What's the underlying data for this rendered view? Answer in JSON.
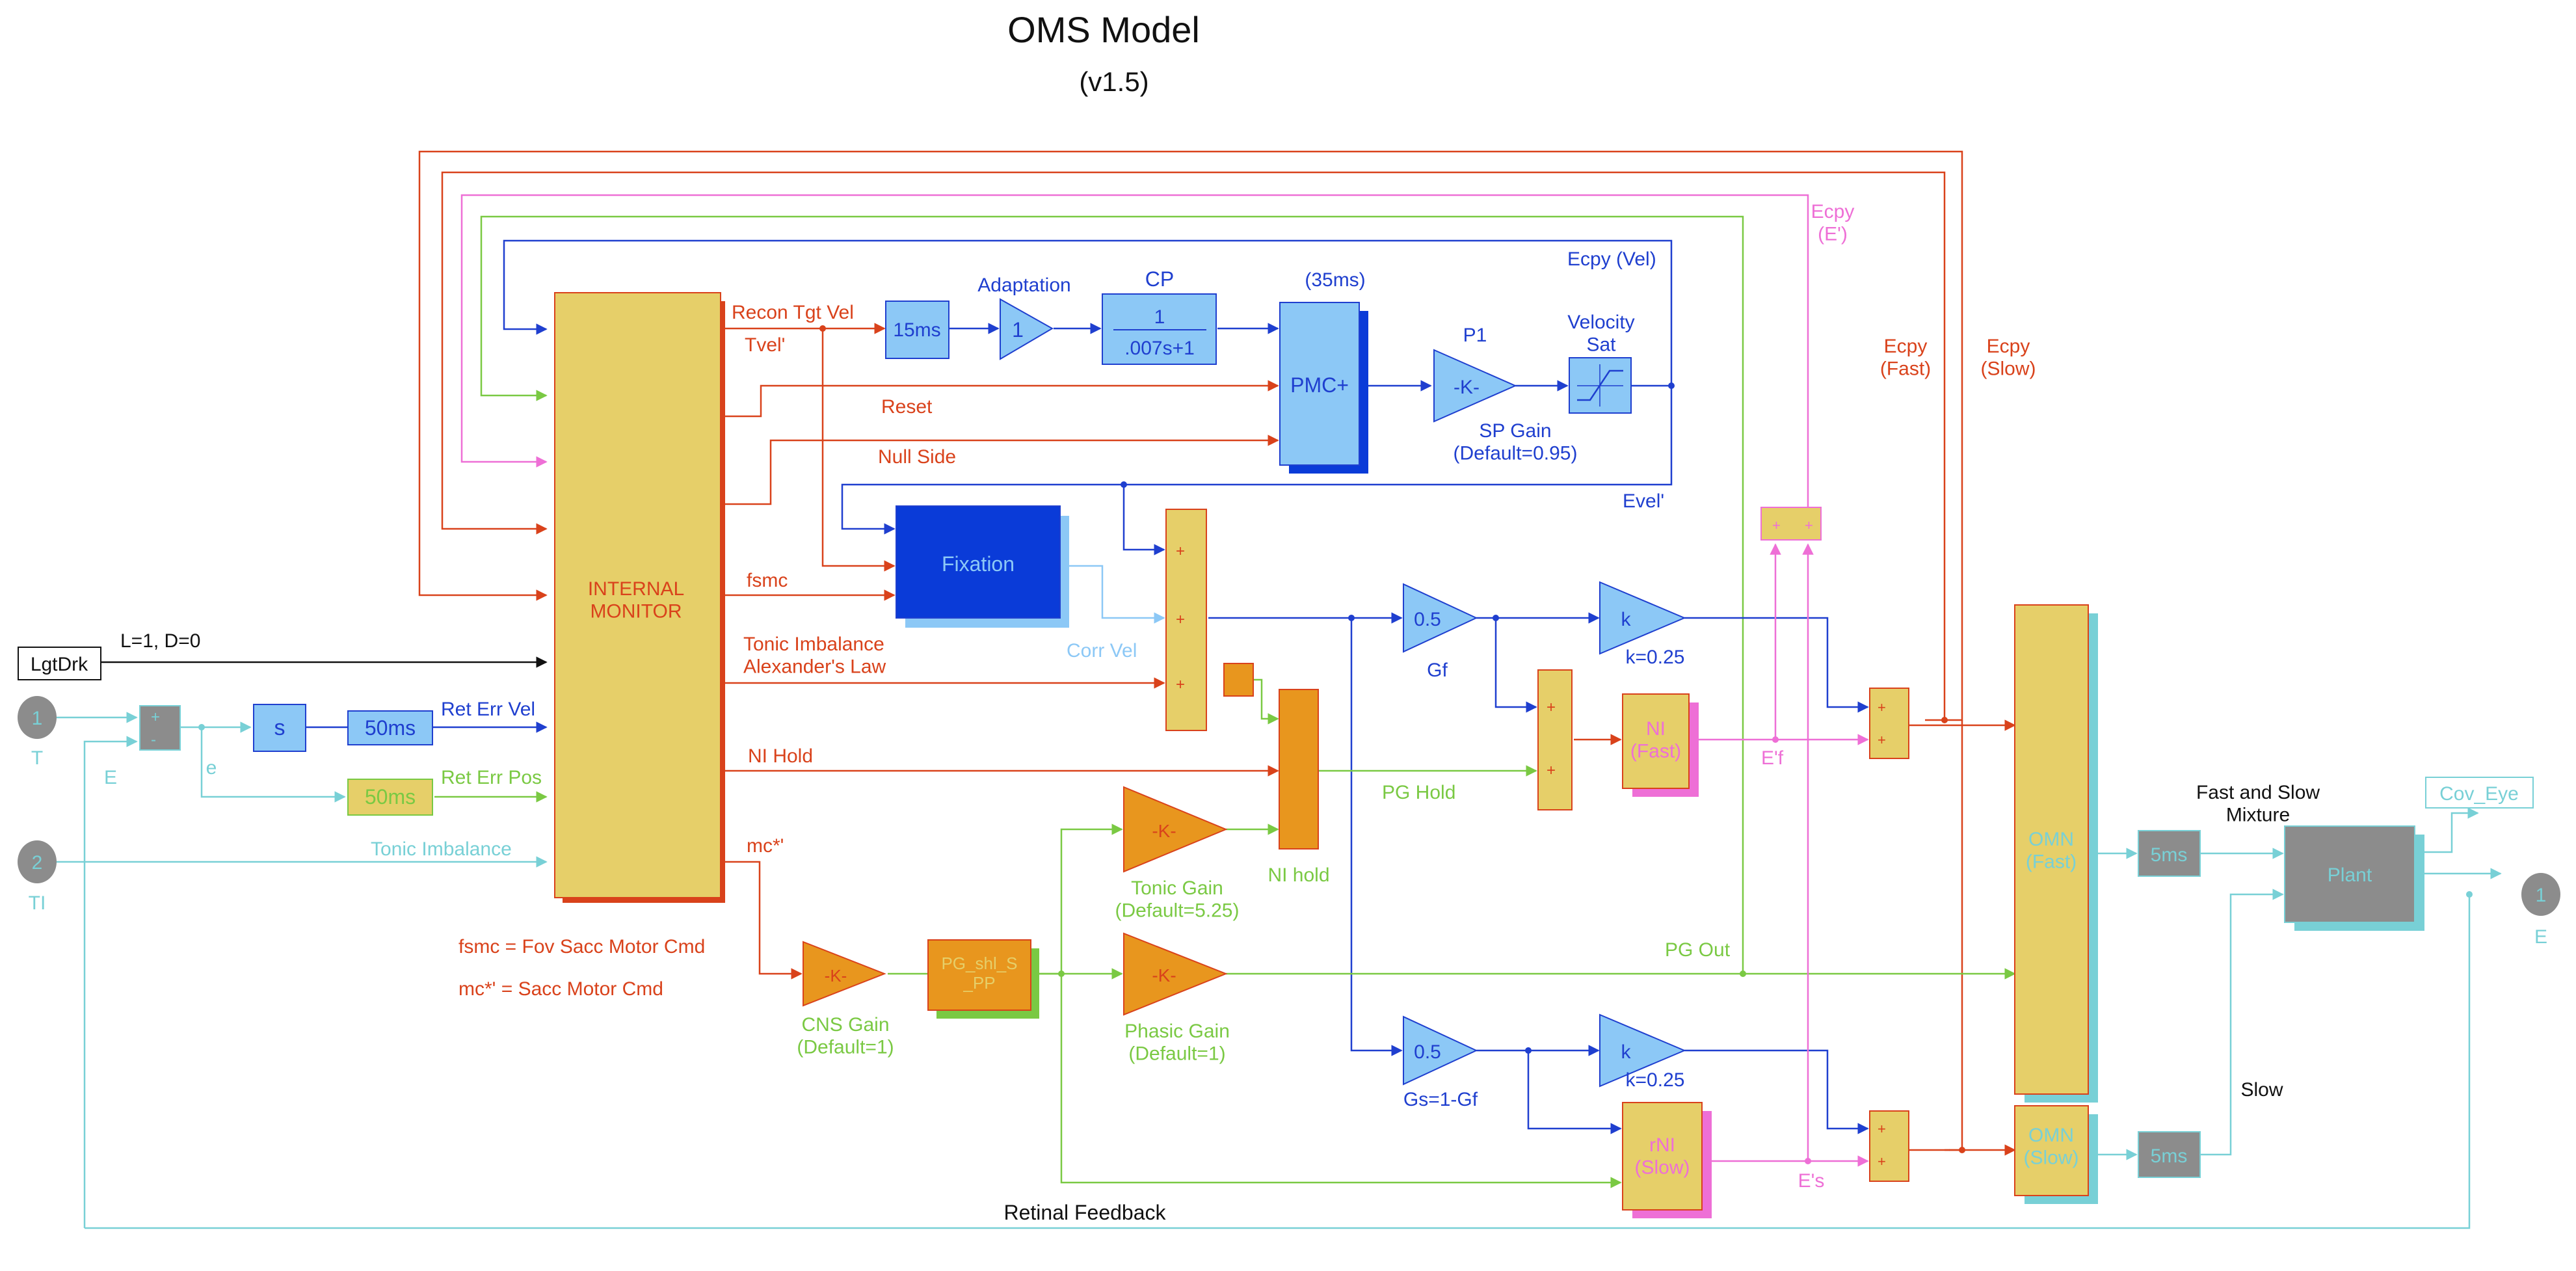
{
  "title": "OMS Model",
  "subtitle": "(v1.5)",
  "colors": {
    "orange": "#d9421b",
    "orange_fill": "#e8961e",
    "green": "#7ac943",
    "blue": "#1f3fcf",
    "light_blue": "#8cc8f6",
    "cyan": "#78d0d6",
    "pink": "#ee6fd6",
    "yellow": "#e6cf69",
    "gray": "#8c8c8c",
    "dark_blue": "#0a3bd8"
  },
  "blocks": {
    "internal_monitor": "INTERNAL\nMONITOR",
    "lgtdrk": "LgtDrk",
    "inport_t": "1",
    "inport_ti": "2",
    "outport_e": "1",
    "deriv_s": "s",
    "delay_50ms_vel": "50ms",
    "delay_50ms_pos": "50ms",
    "delay_15ms": "15ms",
    "adaptation_gain": "1",
    "cp_num": "1",
    "cp_den": ".007s+1",
    "pmc": "PMC+",
    "p1_gain": "-K-",
    "fixation": "Fixation",
    "gain_gf": "0.5",
    "gain_gs": "0.5",
    "gain_k_fast": "k",
    "gain_k_slow": "k",
    "ni_fast": "NI\n(Fast)",
    "rni_slow": "rNI\n(Slow)",
    "tonic_gain_k": "-K-",
    "phasic_gain_k": "-K-",
    "cns_gain_k": "-K-",
    "pg_block": "PG_shl_S\n_PP",
    "omn_fast": "OMN\n(Fast)",
    "omn_slow": "OMN\n(Slow)",
    "delay_5ms_fast": "5ms",
    "delay_5ms_slow": "5ms",
    "plant": "Plant",
    "cov_eye": "Cov_Eye",
    "sum_plus": "+",
    "sum_minus": "-"
  },
  "labels": {
    "recon_tgt_vel": "Recon Tgt Vel",
    "tvel": "Tvel'",
    "reset": "Reset",
    "null_side": "Null Side",
    "fsmc": "fsmc",
    "tonic_imbalance_alex": "Tonic Imbalance\nAlexander's Law",
    "ni_hold_sig": "NI Hold",
    "mc": "mc*'",
    "lgtdrk_val": "L=1, D=0",
    "t": "T",
    "ti": "TI",
    "e_in": "E",
    "e_small": "e",
    "ret_err_vel": "Ret Err Vel",
    "ret_err_pos": "Ret Err Pos",
    "tonic_imbalance": "Tonic Imbalance",
    "adaptation": "Adaptation",
    "cp": "CP",
    "pmc_delay": "(35ms)",
    "p1": "P1",
    "velocity_sat": "Velocity\nSat",
    "sp_gain": "SP Gain\n(Default=0.95)",
    "ecpy_vel": "Ecpy (Vel)",
    "evel": "Evel'",
    "ecpy_e": "Ecpy\n(E')",
    "ecpy_fast": "Ecpy\n(Fast)",
    "ecpy_slow": "Ecpy\n(Slow)",
    "corr_vel": "Corr Vel",
    "gf": "Gf",
    "gs": "Gs=1-Gf",
    "k_fast": "k=0.25",
    "k_slow": "k=0.25",
    "ef": "E'f",
    "es": "E's",
    "pg_hold": "PG Hold",
    "ni_hold_block": "NI hold",
    "tonic_gain": "Tonic Gain\n(Default=5.25)",
    "phasic_gain": "Phasic Gain\n(Default=1)",
    "cns_gain": "CNS Gain\n(Default=1)",
    "pg_out": "PG Out",
    "fast_slow_mix": "Fast and Slow\nMixture",
    "slow": "Slow",
    "e_out": "E",
    "retinal_feedback": "Retinal Feedback",
    "legend_fsmc": "fsmc = Fov Sacc Motor Cmd",
    "legend_mc": "mc*' = Sacc Motor Cmd"
  }
}
